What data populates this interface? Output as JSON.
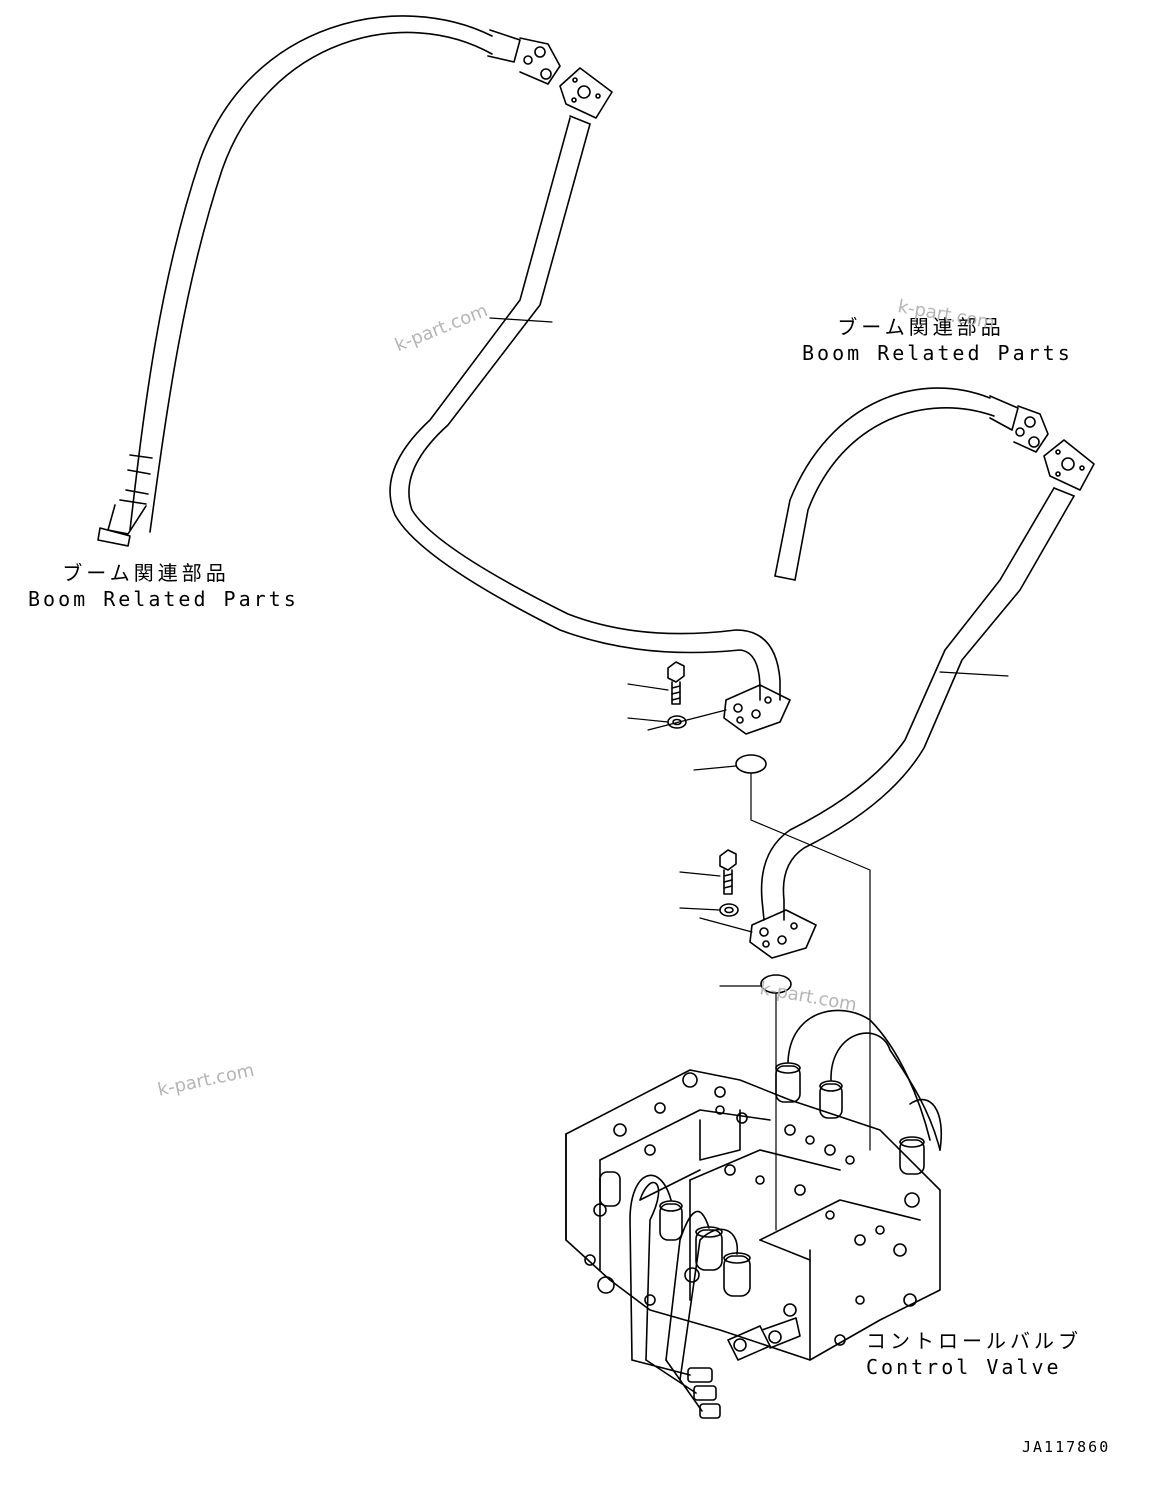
{
  "labels": {
    "boom_left": {
      "ja": "ブーム関連部品",
      "en": "Boom Related Parts"
    },
    "boom_right": {
      "ja": "ブーム関連部品",
      "en": "Boom Related Parts"
    },
    "control_valve": {
      "ja": "コントロールバルブ",
      "en": "Control Valve"
    }
  },
  "watermark": "k-part.com",
  "figure_id": "JA117860",
  "colors": {
    "line": "#000000",
    "watermark": "#b5b5b5",
    "background": "#ffffff"
  }
}
